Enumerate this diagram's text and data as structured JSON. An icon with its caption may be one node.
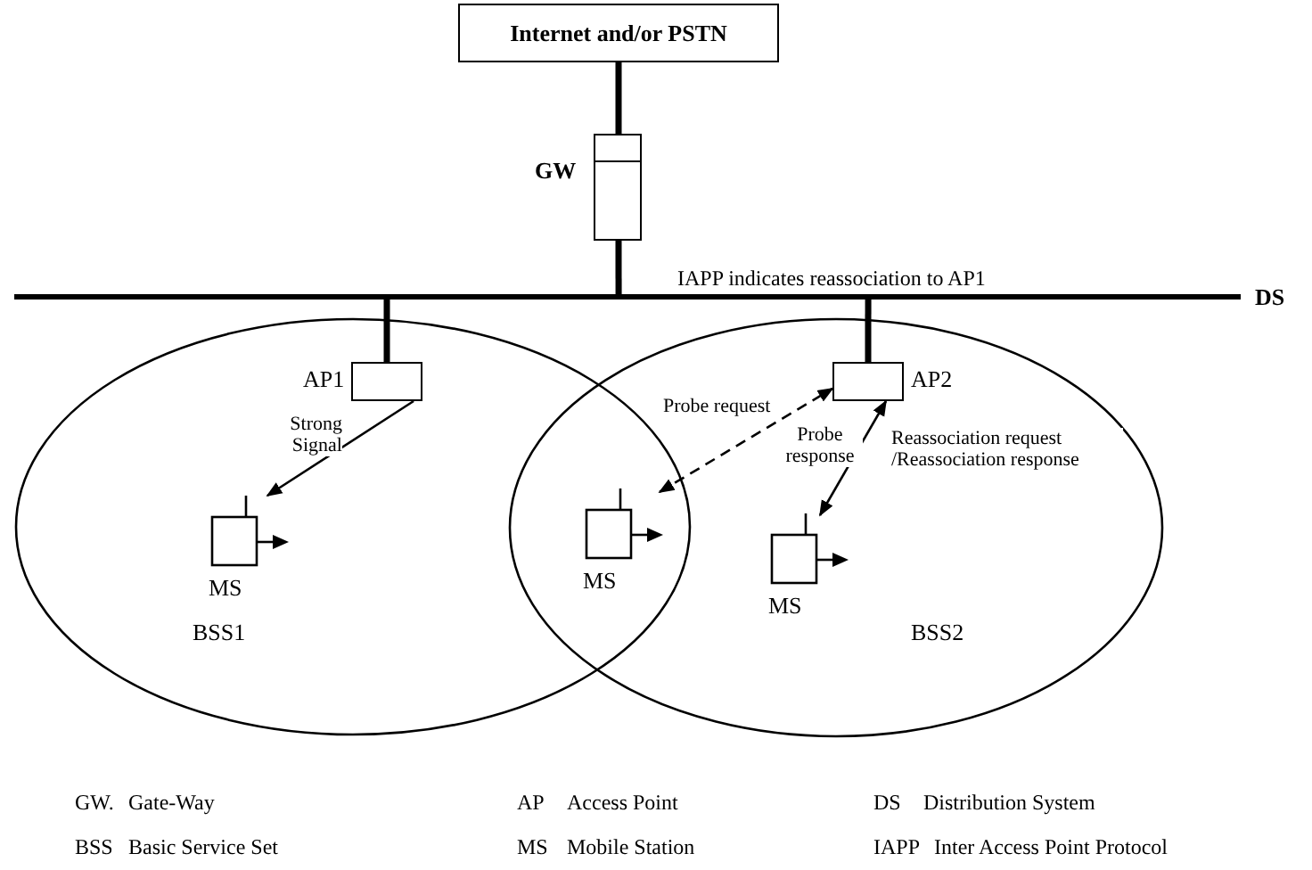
{
  "diagram": {
    "nodes": [
      {
        "text": [
          "Internet and/or PSTN"
        ]
      },
      {
        "text": [
          "GW"
        ]
      },
      {
        "text": [
          "DS"
        ]
      },
      {
        "text": [
          "BSS1"
        ]
      },
      {
        "text": [
          "AP1"
        ],
        "in": 3
      },
      {
        "text": [
          "MS"
        ],
        "in": 3
      },
      {
        "text": [
          "MS"
        ]
      },
      {
        "text": [
          "BSS2"
        ]
      },
      {
        "text": [
          "AP2"
        ],
        "in": 7
      },
      {
        "text": [
          "MS"
        ],
        "in": 7
      }
    ],
    "edges": [
      {
        "from": 0,
        "to": 1,
        "arrow": "none"
      },
      {
        "from": 1,
        "to": 2,
        "arrow": "none"
      },
      {
        "from": 4,
        "to": 2,
        "arrow": "none"
      },
      {
        "from": 8,
        "to": 2,
        "arrow": "none"
      },
      {
        "from": 4,
        "to": 5,
        "arrow": "to",
        "label": "Strong Signal"
      },
      {
        "from": 6,
        "to": 8,
        "arrow": "both",
        "label": "Probe request",
        "style": "dashed"
      },
      {
        "from": 8,
        "to": 9,
        "arrow": "both",
        "label": "Reassociation request /Reassociation response"
      }
    ],
    "labels": [
      "IAPP indicates reassociation to AP1",
      "Probe response",
      "GW.",
      "Gate-Way",
      "AP",
      "Access Point",
      "DS",
      "Distribution System",
      "BSS",
      "Basic Service Set",
      "MS",
      "Mobile Station",
      "IAPP",
      "Inter Access Point Protocol"
    ]
  }
}
